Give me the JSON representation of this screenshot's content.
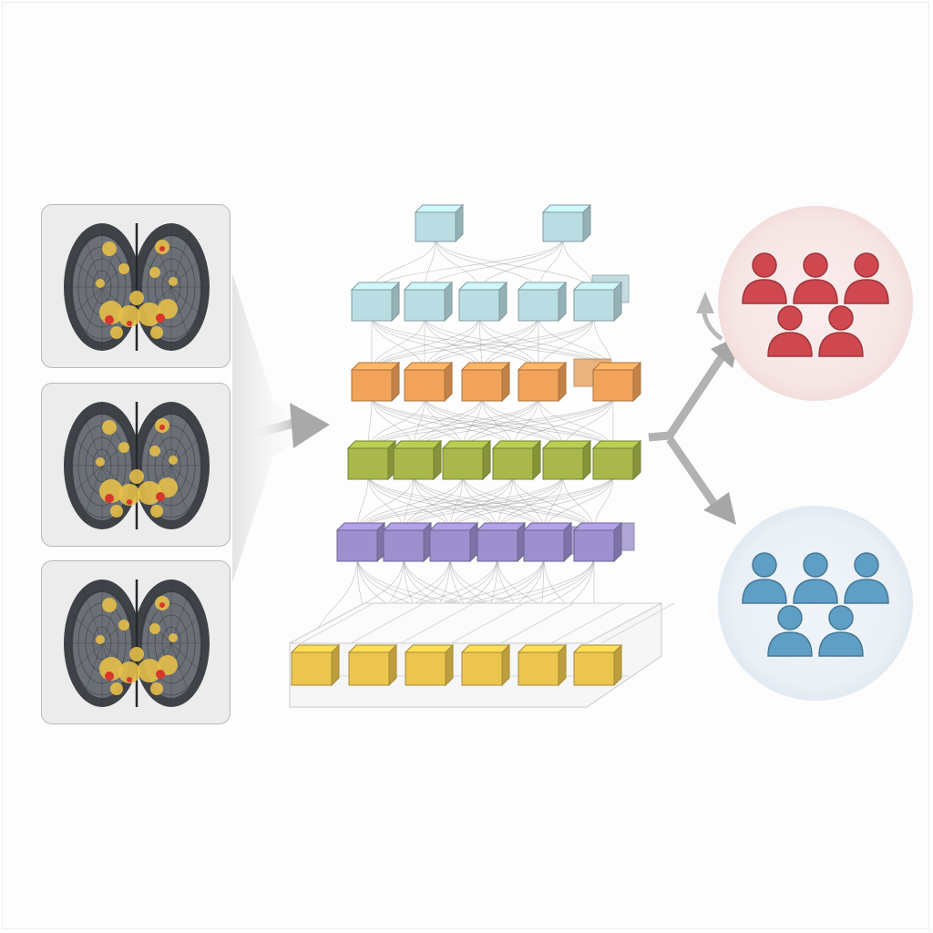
{
  "colors": {
    "background": "#fdfdfd",
    "panel_fill": "#ececec",
    "panel_border": "#b9b9b9",
    "brain_dark": "#3f4348",
    "brain_mid": "#6b7077",
    "activation_yellow": "#e8c049",
    "activation_red": "#d9362c",
    "layer_colors": [
      "#b9dde3",
      "#b9dde3",
      "#f2a35a",
      "#a8b84a",
      "#9d90cf",
      "#ebc54e"
    ],
    "group_red": "#d0484f",
    "group_blue": "#5f9fc6",
    "arrow_gray": "#a6a6a6"
  },
  "diagram": {
    "input_panels": [
      {
        "name": "brain-scan-1"
      },
      {
        "name": "brain-scan-2"
      },
      {
        "name": "brain-scan-3"
      }
    ],
    "network_layers": [
      {
        "name": "layer-1",
        "node_count": 2
      },
      {
        "name": "layer-2",
        "node_count": 5
      },
      {
        "name": "layer-3",
        "node_count": 5
      },
      {
        "name": "layer-4",
        "node_count": 6
      },
      {
        "name": "layer-5",
        "node_count": 6
      },
      {
        "name": "layer-6",
        "node_count": 6
      }
    ],
    "output_groups": [
      {
        "name": "group-red",
        "person_count": 5
      },
      {
        "name": "group-blue",
        "person_count": 5
      }
    ]
  }
}
